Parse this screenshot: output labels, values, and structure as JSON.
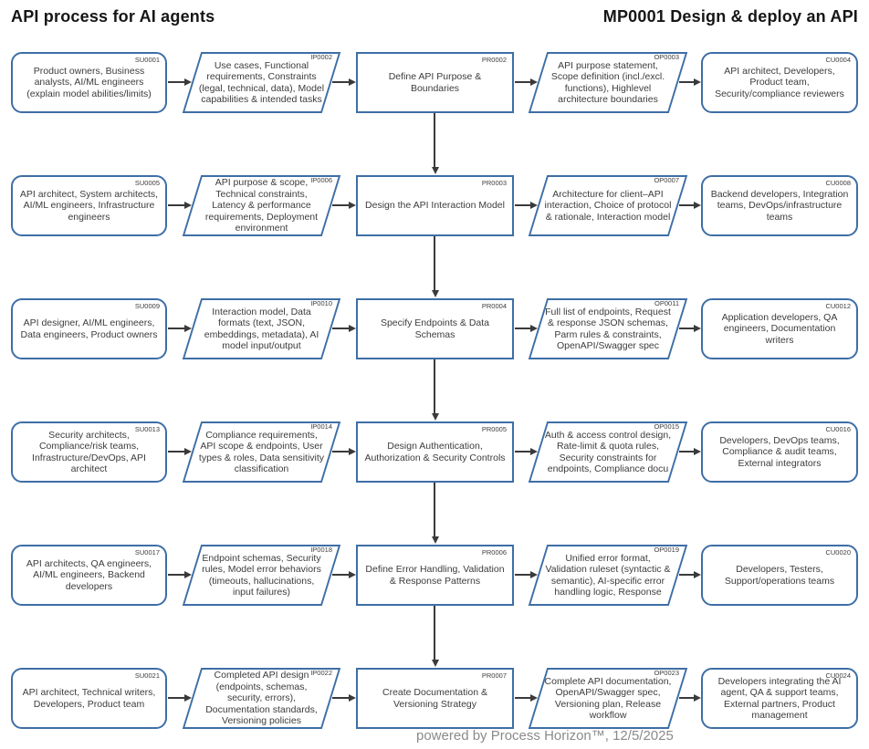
{
  "header": {
    "left_title": "API process for AI agents",
    "right_title": "MP0001 Design & deploy an API"
  },
  "footer": {
    "text": "powered by Process Horizon™, 12/5/2025"
  },
  "colors": {
    "shape_border": "#3e6ea5",
    "arrow": "#3a3a3a",
    "text": "#3c3c3c",
    "title": "#161616",
    "footer_text": "#8a8a8a"
  },
  "rows": [
    {
      "supplier": {
        "id": "SU0001",
        "text": "Product owners, Business analysts, AI/ML engineers (explain model abilities/limits)"
      },
      "input": {
        "id": "IP0002",
        "text": "Use cases, Functional requirements, Constraints (legal, technical, data), Model capabilities & intended tasks"
      },
      "process": {
        "id": "PR0002",
        "text": "Define API Purpose & Boundaries"
      },
      "output": {
        "id": "OP0003",
        "text": "API purpose statement, Scope definition (incl./excl. functions), Highlevel architecture boundaries"
      },
      "customer": {
        "id": "CU0004",
        "text": "API architect, Developers, Product team, Security/compliance reviewers"
      }
    },
    {
      "supplier": {
        "id": "SU0005",
        "text": "API architect, System architects, AI/ML engineers, Infrastructure engineers"
      },
      "input": {
        "id": "IP0006",
        "text": "API purpose & scope, Technical constraints, Latency & performance requirements, Deployment environment"
      },
      "process": {
        "id": "PR0003",
        "text": "Design the API Interaction Model"
      },
      "output": {
        "id": "OP0007",
        "text": "Architecture for client–API interaction, Choice of protocol & rationale, Interaction model"
      },
      "customer": {
        "id": "CU0008",
        "text": "Backend developers, Integration teams, DevOps/infrastructure teams"
      }
    },
    {
      "supplier": {
        "id": "SU0009",
        "text": "API designer, AI/ML engineers, Data engineers, Product owners"
      },
      "input": {
        "id": "IP0010",
        "text": "Interaction model, Data formats (text, JSON, embeddings, metadata), AI model input/output"
      },
      "process": {
        "id": "PR0004",
        "text": "Specify Endpoints & Data Schemas"
      },
      "output": {
        "id": "OP0011",
        "text": "Full list of endpoints, Request & response JSON schemas, Parm rules & constraints, OpenAPI/Swagger spec"
      },
      "customer": {
        "id": "CU0012",
        "text": "Application developers, QA engineers, Documentation writers"
      }
    },
    {
      "supplier": {
        "id": "SU0013",
        "text": "Security architects, Compliance/risk teams, Infrastructure/DevOps, API architect"
      },
      "input": {
        "id": "IP0014",
        "text": "Compliance requirements, API scope & endpoints, User types & roles, Data sensitivity classification"
      },
      "process": {
        "id": "PR0005",
        "text": "Design Authentication, Authorization & Security Controls"
      },
      "output": {
        "id": "OP0015",
        "text": "Auth & access control design, Rate-limit & quota rules, Security constraints for endpoints, Compliance docu"
      },
      "customer": {
        "id": "CU0016",
        "text": "Developers, DevOps teams, Compliance & audit teams, External integrators"
      }
    },
    {
      "supplier": {
        "id": "SU0017",
        "text": "API architects, QA engineers, AI/ML engineers, Backend developers"
      },
      "input": {
        "id": "IP0018",
        "text": "Endpoint schemas, Security rules, Model error behaviors (timeouts, hallucinations, input failures)"
      },
      "process": {
        "id": "PR0006",
        "text": "Define Error Handling, Validation & Response Patterns"
      },
      "output": {
        "id": "OP0019",
        "text": "Unified error format, Validation ruleset (syntactic & semantic), AI-specific error handling logic, Response"
      },
      "customer": {
        "id": "CU0020",
        "text": "Developers, Testers, Support/operations teams"
      }
    },
    {
      "supplier": {
        "id": "SU0021",
        "text": "API architect, Technical writers, Developers, Product team"
      },
      "input": {
        "id": "IP0022",
        "text": "Completed API design (endpoints, schemas, security, errors), Documentation standards, Versioning policies"
      },
      "process": {
        "id": "PR0007",
        "text": "Create Documentation & Versioning Strategy"
      },
      "output": {
        "id": "OP0023",
        "text": "Complete API documentation, OpenAPI/Swagger spec, Versioning plan, Release workflow"
      },
      "customer": {
        "id": "CU0024",
        "text": "Developers integrating the AI agent, QA & support teams, External partners, Product management"
      }
    }
  ]
}
